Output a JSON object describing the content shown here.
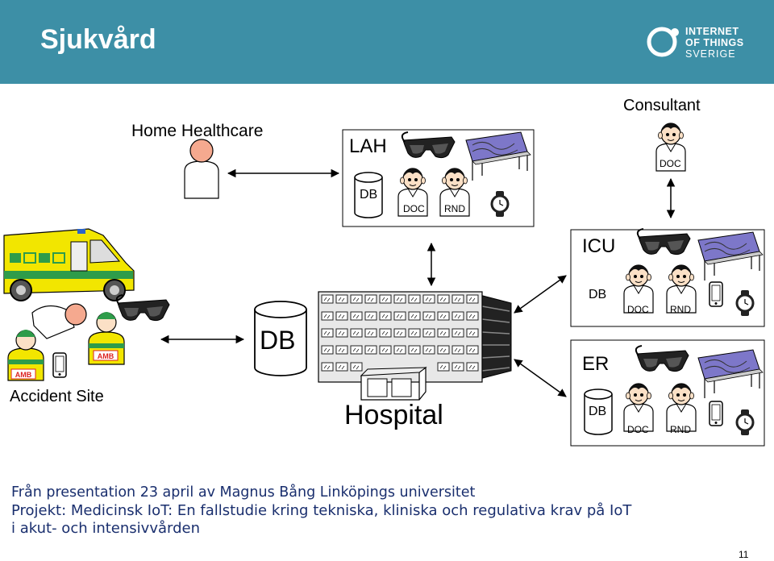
{
  "slide": {
    "title": "Sjukvård",
    "page_number": "11",
    "logo": {
      "line1": "INTERNET",
      "line2": "OF THINGS",
      "line3": "SVERIGE"
    }
  },
  "diagram": {
    "home_healthcare": "Home Healthcare",
    "consultant": "Consultant",
    "accident_site": "Accident Site",
    "hospital": "Hospital",
    "db_large": "DB",
    "lah": {
      "title": "LAH",
      "db": "DB",
      "doc": "DOC",
      "rnd": "RND"
    },
    "consultant_doc": "DOC",
    "icu": {
      "title": "ICU",
      "db": "DB",
      "doc": "DOC",
      "rnd": "RND"
    },
    "er": {
      "title": "ER",
      "db": "DB",
      "doc": "DOC",
      "rnd": "RND"
    },
    "amb_label": "AMB",
    "colors": {
      "header": "#3d8fa6",
      "ambulance_yellow": "#f2e600",
      "ambulance_green": "#2e9c4a",
      "tablet": "#7d77c9",
      "footer_text": "#1a2f6e"
    }
  },
  "footer": {
    "line1": "Från presentation 23 april av Magnus Bång Linköpings universitet",
    "line2": "Projekt: Medicinsk IoT: En fallstudie kring tekniska, kliniska och regulativa krav på IoT",
    "line3": "i akut- och intensivvården"
  }
}
